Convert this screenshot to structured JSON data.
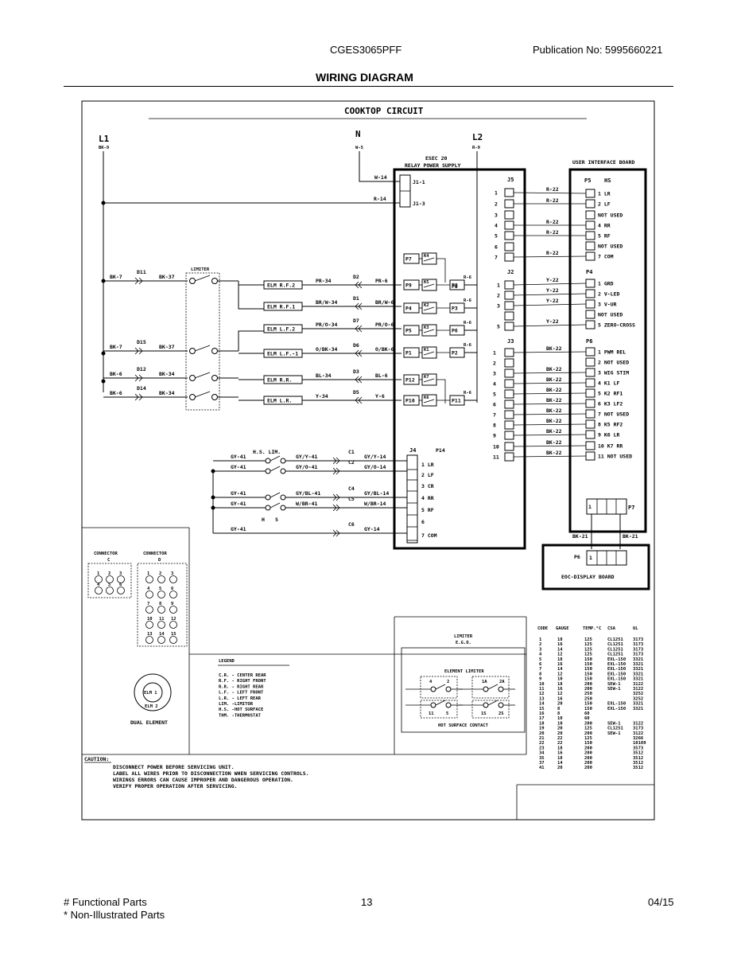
{
  "header": {
    "model": "CGES3065PFF",
    "publication": "Publication No:  5995660221",
    "title": "WIRING DIAGRAM"
  },
  "footer": {
    "functional": "# Functional Parts",
    "non_illustrated": "* Non-Illustrated Parts",
    "page": "13",
    "date": "04/15"
  },
  "diagram": {
    "circuit_title": "COOKTOP CIRCUIT",
    "l1": "L1",
    "l1_wire": "BK-9",
    "n": "N",
    "n_wire": "W-5",
    "l2": "L2",
    "l2_wire": "R-9",
    "relay_title1": "ESEC 20",
    "relay_title2": "RELAY POWER SUPPLY",
    "uib_title": "USER INTERFACE BOARD",
    "limiter_title": "LIMITER",
    "j1_1": "J1-1",
    "j1_3": "J1-3",
    "w14": "W-14",
    "r14": "R-14",
    "j5": "J5",
    "j2": "J2",
    "j3": "J3",
    "j4": "J4",
    "p5": "P5",
    "hs": "HS",
    "p4": "P4",
    "p6": "P6",
    "p7": "P7",
    "p14": "P14",
    "p5_labels": [
      "1 LR",
      "2 LF",
      "NOT USED",
      "4 RR",
      "5 RF",
      "NOT USED",
      "7 COM"
    ],
    "p4_labels": [
      "1 GRD",
      "2 V-LED",
      "3 V-UR",
      "NOT USED",
      "5 ZERO-CROSS"
    ],
    "p6_labels": [
      "1 PWM REL",
      "2 NOT USED",
      "3 WIG STIM",
      "4 K1 LF",
      "5 K2  RF1",
      "6 K3 LF2",
      "7 NOT USED",
      "8 K5 RF2",
      "9 K6 LR",
      "10 K7 RR",
      "11 NOT USED"
    ],
    "j5_nums": [
      "1",
      "2",
      "3",
      "4",
      "5",
      "6",
      "7"
    ],
    "j2_nums": [
      "1",
      "2",
      "3",
      "",
      "5"
    ],
    "j3_nums": [
      "1",
      "2",
      "3",
      "4",
      "5",
      "6",
      "7",
      "8",
      "9",
      "10",
      "11"
    ],
    "j5_wires": [
      "R-22",
      "R-22",
      "",
      "R-22",
      "R-22",
      "",
      "R-22"
    ],
    "j2_wires": [
      "Y-22",
      "Y-22",
      "Y-22",
      "",
      "Y-22"
    ],
    "j3_wires": [
      "BK-22",
      "",
      "BK-22",
      "BK-22",
      "BK-22",
      "BK-22",
      "BK-22",
      "BK-22",
      "BK-22",
      "BK-22",
      "BK-22"
    ],
    "elements": [
      "ELM R.F.2",
      "ELM R.F.1",
      "ELM L.F.2",
      "ELM L.F.-1",
      "ELM R.R.",
      "ELM L.R."
    ],
    "element_wires": [
      "PR-34",
      "BR/W-34",
      "PR/O-34",
      "O/BK-34",
      "BL-34",
      "Y-34"
    ],
    "d_labels": [
      "D2",
      "D1",
      "D7",
      "D6",
      "D3",
      "D5"
    ],
    "d_wires": [
      "PR-6",
      "BR/W-6",
      "PR/O-6",
      "O/BK-6",
      "BL-6",
      "Y-6"
    ],
    "relays": [
      "P7",
      "P9",
      "P8",
      "P4",
      "P3",
      "P5",
      "P6",
      "P1",
      "P2",
      "P12",
      "P10",
      "P11"
    ],
    "relay_k": [
      "K4",
      "K5",
      "K2",
      "K3",
      "K1",
      "K7",
      "K6"
    ],
    "r6": "R-6",
    "left_wires": [
      "BK-7",
      "D11",
      "BK-37",
      "BK-7",
      "D15",
      "BK-37",
      "BK-6",
      "D12",
      "BK-34",
      "BK-6",
      "D14",
      "BK-34"
    ],
    "hs_lim": "H.S. LIM.",
    "gy41": "GY-41",
    "hs_wires": [
      "GY/Y-41",
      "GY/O-41",
      "GY/BL-41",
      "W/BR-41"
    ],
    "hs_c": [
      "C1",
      "C2",
      "C4",
      "C5",
      "C6"
    ],
    "hs_out": [
      "GY/Y-14",
      "GY/O-14",
      "GY/BL-14",
      "W/BR-14",
      "GY-14"
    ],
    "j4_labels": [
      "1 LR",
      "2 LF",
      "3 CR",
      "4 RR",
      "5 RF",
      "6",
      "7 COM"
    ],
    "h": "H",
    "s": "S",
    "bk21": "BK-21",
    "eoc_p6": "P6",
    "eoc_1": "1",
    "eoc_title": "EOC-DISPLAY BOARD",
    "p7_1": "1",
    "connector_c": "CONNECTOR",
    "c": "C",
    "connector_d": "CONNECTOR",
    "d": "D",
    "c_nums": [
      "1",
      "2",
      "3",
      "4",
      "5",
      "6"
    ],
    "d_nums": [
      "1",
      "2",
      "3",
      "4",
      "5",
      "6",
      "7",
      "8",
      "9",
      "10",
      "11",
      "12",
      "13",
      "14",
      "15"
    ],
    "elm1": "ELM 1",
    "elm2": "ELM 2",
    "dual_element": "DUAL ELEMENT",
    "legend_title": "LEGEND",
    "legend": [
      "C.R. - CENTER REAR",
      "R.F. - RIGHT FRONT",
      "R.R. - RIGHT REAR",
      "L.F. - LEFT FRONT",
      "L.R. - LEFT REAR",
      "LIM. -LIMITOR",
      "H.S. -HOT SURFACE",
      "THM. -THERMOSTAT"
    ],
    "limiter_ego1": "LIMITER",
    "limiter_ego2": "E.G.O.",
    "element_limiter": "ELEMENT LIMITER",
    "hot_surface_contact": "HOT SURFACE CONTACT",
    "lim_nums": [
      "4",
      "2",
      "1A",
      "2A",
      "11",
      "5",
      "1S",
      "2S"
    ],
    "caution_title": "CAUTION:",
    "caution": [
      "DISCONNECT POWER BEFORE SERVICING UNIT.",
      "LABEL ALL WIRES PRIOR TO DISCONNECTION WHEN SERVICING CONTROLS.",
      "WIRINGS ERRORS CAN CAUSE IMPROPER AND DANGEROUS OPERATION.",
      "VERIFY PROPER OPERATION AFTER SERVICING."
    ],
    "table_headers": [
      "CODE",
      "GAUGE",
      "TEMP.°C",
      "CSA",
      "UL"
    ],
    "table_rows": [
      [
        "1",
        "18",
        "125",
        "CL1251",
        "3173"
      ],
      [
        "2",
        "16",
        "125",
        "CL1251",
        "3173"
      ],
      [
        "3",
        "14",
        "125",
        "CL1251",
        "3173"
      ],
      [
        "4",
        "12",
        "125",
        "CL1251",
        "3173"
      ],
      [
        "5",
        "18",
        "150",
        "EXL-150",
        "3321"
      ],
      [
        "6",
        "16",
        "150",
        "EXL-150",
        "3321"
      ],
      [
        "7",
        "14",
        "150",
        "EXL-150",
        "3321"
      ],
      [
        "8",
        "12",
        "150",
        "EXL-150",
        "3321"
      ],
      [
        "9",
        "10",
        "150",
        "EXL-150",
        "3321"
      ],
      [
        "10",
        "18",
        "200",
        "SEW-1",
        "3122"
      ],
      [
        "11",
        "16",
        "200",
        "SEW-1",
        "3122"
      ],
      [
        "12",
        "12",
        "250",
        "",
        "3252"
      ],
      [
        "13",
        "16",
        "250",
        "",
        "3252"
      ],
      [
        "14",
        "20",
        "150",
        "EXL-150",
        "3321"
      ],
      [
        "15",
        "8",
        "150",
        "EXL-150",
        "3321"
      ],
      [
        "16",
        "8",
        "60",
        "",
        ""
      ],
      [
        "17",
        "10",
        "60",
        "",
        ""
      ],
      [
        "18",
        "10",
        "200",
        "SEW-1",
        "3122"
      ],
      [
        "19",
        "20",
        "125",
        "CL1251",
        "3173"
      ],
      [
        "20",
        "20",
        "200",
        "SEW-1",
        "3122"
      ],
      [
        "21",
        "22",
        "125",
        "",
        "3266"
      ],
      [
        "22",
        "22",
        "150",
        "",
        "10109"
      ],
      [
        "23",
        "18",
        "200",
        "",
        "3573"
      ],
      [
        "34",
        "16",
        "200",
        "",
        "3512"
      ],
      [
        "35",
        "18",
        "200",
        "",
        "3512"
      ],
      [
        "37",
        "14",
        "200",
        "",
        "3512"
      ],
      [
        "41",
        "20",
        "200",
        "",
        "3512"
      ]
    ]
  }
}
